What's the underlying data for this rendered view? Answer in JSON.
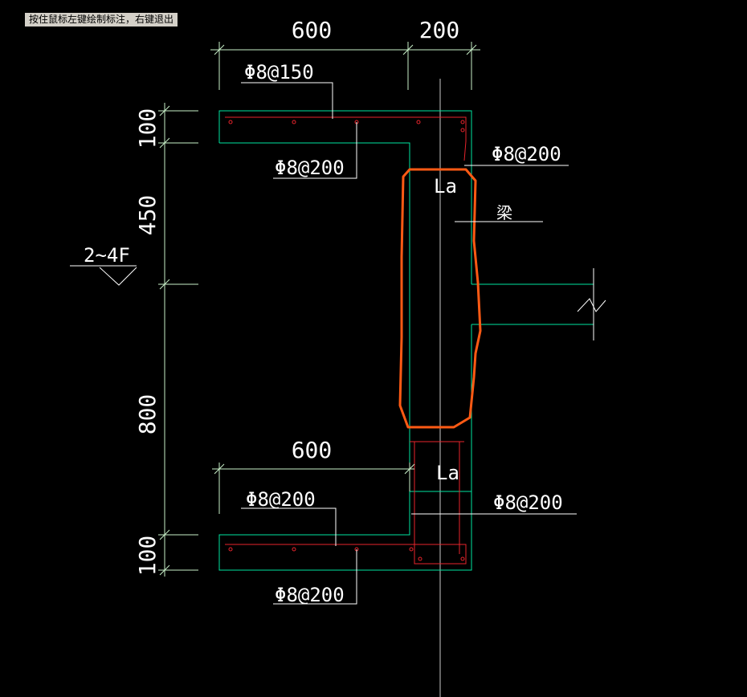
{
  "prompt": {
    "text": "按住鼠标左键绘制标注，右键退出"
  },
  "dims": {
    "top_width": "600",
    "right_width": "200",
    "bottom_width": "600",
    "h_top_flange": "100",
    "h_upper": "450",
    "h_lower": "800",
    "h_bottom_flange": "100"
  },
  "rebar": {
    "top_flange_long": "Φ8@150",
    "top_flange_stirrup": "Φ8@200",
    "right_upper": "Φ8@200",
    "right_lower": "Φ8@200",
    "bottom_flange_long": "Φ8@200",
    "bottom_flange_stirrup": "Φ8@200"
  },
  "anchor": {
    "upper": "La",
    "lower": "La"
  },
  "beam": {
    "label": "梁"
  },
  "floor": {
    "label": "2~4F"
  },
  "colors": {
    "background": "#000000",
    "outline": "#00e5a0",
    "dimension": "#c8f0c8",
    "rebar": "#e8242c",
    "highlight": "#ff5a14",
    "axis": "#c8c8c8",
    "text": "#ffffff",
    "prompt_bg": "#d4d0c8"
  }
}
